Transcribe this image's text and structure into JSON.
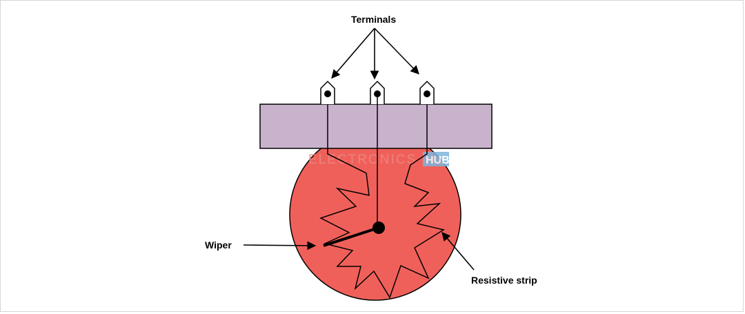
{
  "labels": {
    "terminals": "Terminals",
    "wiper": "Wiper",
    "resistive_strip": "Resistive strip"
  },
  "watermark": {
    "text": "ELECTRONICS",
    "badge": "HUB"
  },
  "colors": {
    "disk": "#f0605a",
    "housing": "#c9b3cc",
    "watermark_badge": "#7db6dd",
    "line": "#000000"
  }
}
